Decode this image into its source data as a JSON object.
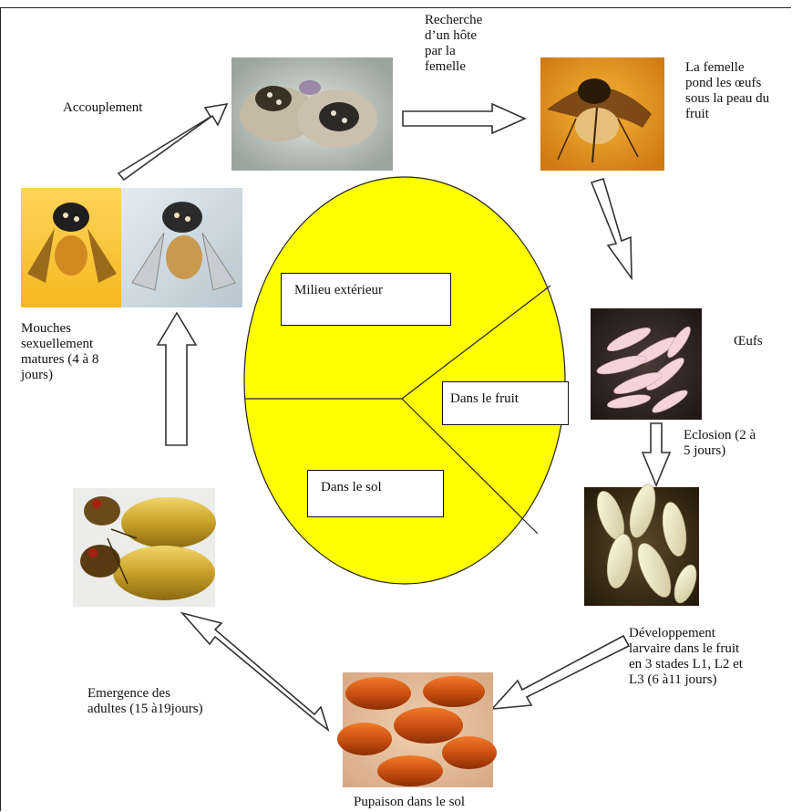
{
  "stages": {
    "accouplement": "Accouplement",
    "recherche": "Recherche\nd’un hôte\npar la\nfemelle",
    "ponte": "La femelle\npond les œufs\nsous la peau du\nfruit",
    "oeufs": "Œufs",
    "eclosion": "Eclosion (2 à\n5 jours)",
    "developpement": "Développement\nlarvaire  dans le fruit\nen 3 stades L1, L2  et\nL3 (6 à11 jours)",
    "pupaison": "Pupaison dans le sol",
    "emergence": "Emergence des\nadultes (15 à19jours)",
    "mouches": "Mouches\nsexuellement\nmatures (4 à 8\njours)"
  },
  "regions": {
    "exterieur": "Milieu extérieur",
    "fruit": "Dans le fruit",
    "sol": "Dans le sol"
  },
  "colors": {
    "ellipse_fill": "#ffff00",
    "arrow_fill": "#ffffff",
    "arrow_stroke": "#333333"
  },
  "photos": [
    "mating-flies-photo",
    "ovipositing-female-photo",
    "eggs-photo",
    "larvae-photo",
    "pupae-photo",
    "emerging-adults-photo",
    "mature-fly-yellow-photo",
    "mature-fly-light-photo"
  ]
}
